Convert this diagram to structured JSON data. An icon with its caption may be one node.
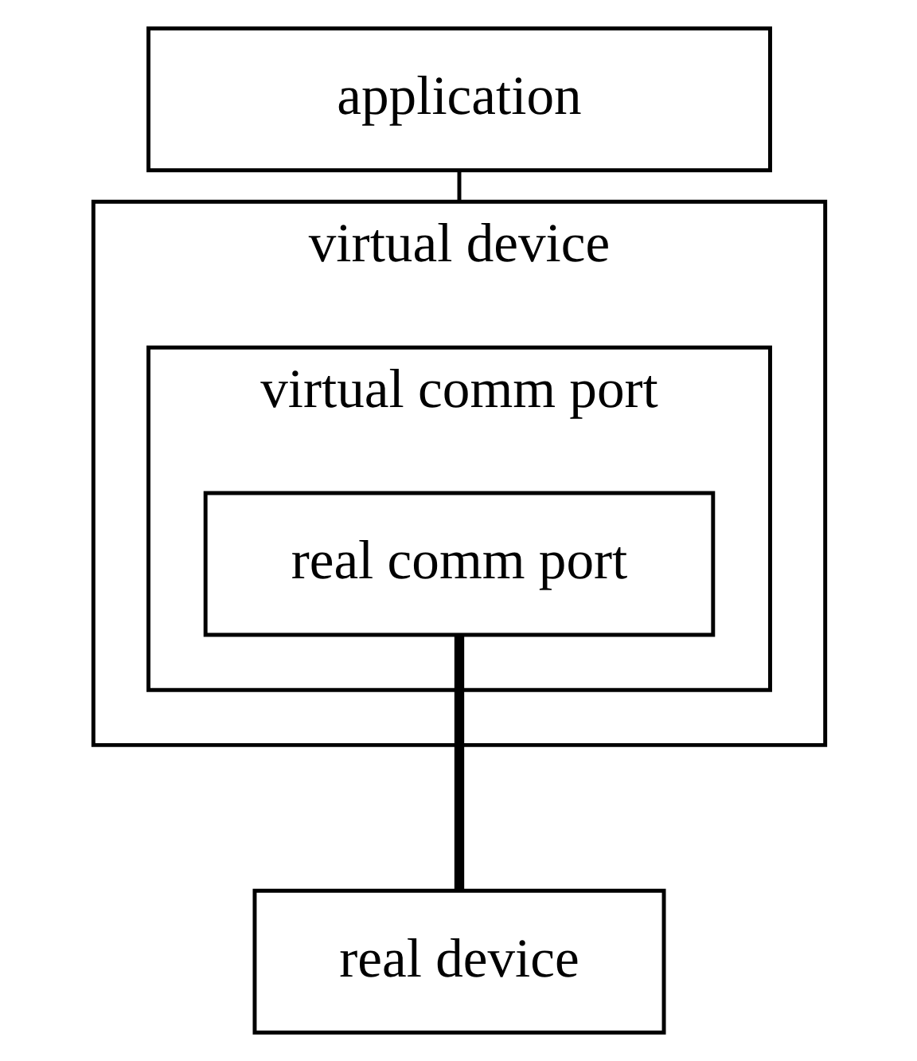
{
  "diagram": {
    "nodes": [
      {
        "text": [
          "application"
        ]
      },
      {
        "text": [
          "virtual device"
        ]
      },
      {
        "text": [
          "virtual comm port"
        ],
        "in": 1
      },
      {
        "text": [
          "real comm port"
        ],
        "in": 2
      },
      {
        "text": [
          "real device"
        ]
      }
    ],
    "edges": [
      {
        "from": 0,
        "to": 1,
        "arrow": "none"
      },
      {
        "from": 3,
        "to": 4,
        "arrow": "none",
        "style": "thick"
      }
    ]
  }
}
